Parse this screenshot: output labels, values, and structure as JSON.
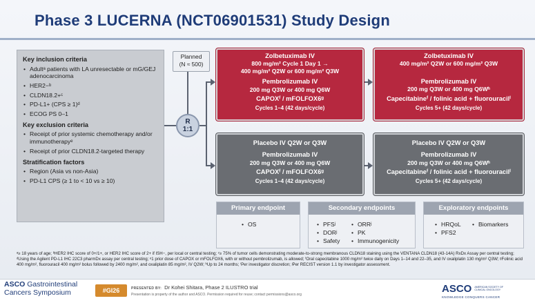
{
  "title": "Phase 3 LUCERNA (NCT06901531) Study Design",
  "criteria": {
    "inclusion_heading": "Key inclusion criteria",
    "inclusion_items": [
      "Adultᵃ patients with LA unresectable or mG/GEJ adenocarcinoma",
      "HER2−ᵇ",
      "CLDN18.2+ᶜ",
      "PD-L1+ (CPS ≥ 1)ᵈ",
      "ECOG PS 0–1"
    ],
    "exclusion_heading": "Key exclusion criteria",
    "exclusion_items": [
      "Receipt of prior systemic chemotherapy and/or immunotherapyᵉ",
      "Receipt of prior CLDN18.2-targeted therapy"
    ],
    "strat_heading": "Stratification factors",
    "strat_items": [
      "Region (Asia vs non-Asia)",
      "PD-L1 CPS (≥ 1 to < 10 vs ≥ 10)"
    ]
  },
  "planned": {
    "line1": "Planned",
    "line2": "(N ≈ 500)"
  },
  "randomization": {
    "line1": "R",
    "line2": "1:1"
  },
  "arms": {
    "zolbe_induction": {
      "head": "Zolbetuximab IV",
      "l1": "800 mg/m² Cycle 1 Day 1 →",
      "l2": "400 mg/m² Q2W or 600 mg/m² Q3W",
      "l3": "Pembrolizumab IV",
      "l4": "200 mg Q3W or 400 mg Q6W",
      "l5": "CAPOXᶠ / mFOLFOX6ᵍ",
      "cycles": "Cycles 1–4 (42 days/cycle)"
    },
    "zolbe_maint": {
      "head": "Zolbetuximab IV",
      "l1": "400 mg/m² Q2W or 600 mg/m² Q3W",
      "l3": "Pembrolizumab IV",
      "l4": "200 mg Q3W or 400 mg Q6Wʰ",
      "l5": "Capecitabineᶠ / folinic acid + fluorouracilⁱ",
      "cycles": "Cycles 5+ (42 days/cycle)"
    },
    "placebo_induction": {
      "head": "Placebo IV Q2W or Q3W",
      "l3": "Pembrolizumab IV",
      "l4": "200 mg Q3W or 400 mg Q6W",
      "l5": "CAPOXᶠ / mFOLFOX6ᵍ",
      "cycles": "Cycles 1–4 (42 days/cycle)"
    },
    "placebo_maint": {
      "head": "Placebo IV Q2W or Q3W",
      "l3": "Pembrolizumab IV",
      "l4": "200 mg Q3W or 400 mg Q6Wʰ",
      "l5": "Capecitabineᶠ / folinic acid + fluorouracilⁱ",
      "cycles": "Cycles 5+ (42 days/cycle)"
    }
  },
  "endpoints": {
    "primary": {
      "head": "Primary endpoint",
      "items": [
        "OS"
      ]
    },
    "secondary": {
      "head": "Secondary endpoints",
      "col1": [
        "PFSʲ",
        "DORʲ",
        "Safety"
      ],
      "col2": [
        "ORRʲ",
        "PK",
        "Immunogenicity"
      ]
    },
    "exploratory": {
      "head": "Exploratory endpoints",
      "col1": [
        "HRQoL",
        "PFS2"
      ],
      "col2": [
        "Biomarkers"
      ]
    }
  },
  "footnote": "ᵃ≥ 18 years of age; ᵇHER2 IHC score of 0+/1+, or HER2 IHC score of 2+ if ISH−, per local or central testing; ᶜ≥ 75% of tumor cells demonstrating moderate-to-strong membranous CLDN18 staining using the VENTANA CLDN18 (43-14A) RxDx Assay per central testing; ᵈUsing the Agilent PD-L1 IHC 22C3 pharmDx assay per central testing; ᵉ1 prior dose of CAPOX or mFOLFOX6, with or without pembrolizumab, is allowed; ᶠOral capecitabine 1000 mg/m² twice daily on Days 1–14 and 22–35, and IV oxaliplatin 130 mg/m² Q3W; ᵍFolinic acid 400 mg/m², fluorouracil 400 mg/m² bolus followed by 2400 mg/m², and oxaliplatin 85 mg/m², IV Q2W; ʰUp to 24 months; ⁱPer investigator discretion; ʲPer RECIST version 1.1 by investigator assessment.",
  "footer": {
    "asco_left_brand": "ASCO",
    "asco_left_l1": "Gastrointestinal",
    "asco_left_l2": "Cancers Symposium",
    "gi_tag": "#GI26",
    "presented_label": "PRESENTED BY:",
    "presenter": "Dr Kohei Shitara, Phase 2 ILUSTRO trial",
    "presented_note": "Presentation is property of the author and ASCO. Permission required for reuse; contact permissions@asco.org",
    "asco_right": "ASCO",
    "asco_right_small": "AMERICAN SOCIETY OF CLINICAL ONCOLOGY",
    "asco_right_tag": "KNOWLEDGE CONQUERS CANCER"
  },
  "colors": {
    "title": "#1f3c78",
    "zolbe_arm": "#b6283f",
    "placebo_arm": "#6a6d72",
    "gi_tag": "#d58a2d"
  }
}
